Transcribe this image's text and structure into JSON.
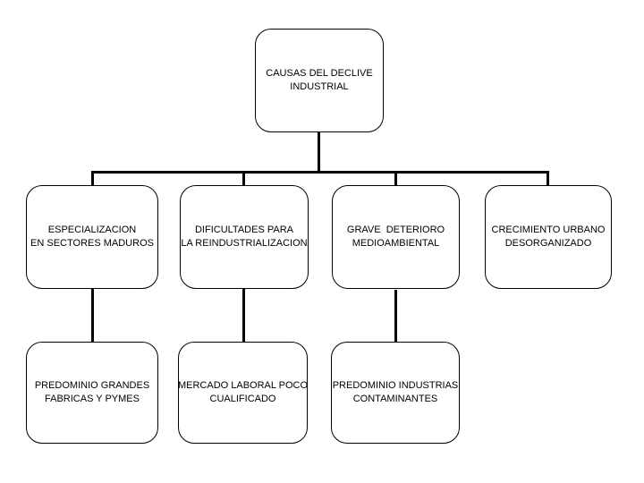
{
  "diagram": {
    "title": "CAUSAS DEL DECLIVE INDUSTRIAL",
    "colors": {
      "background": "#ffffff",
      "box_fill": "#ffffff",
      "box_border": "#000000",
      "connector": "#000000",
      "text": "#000000"
    },
    "root": {
      "label": "CAUSAS DEL DECLIVE\nINDUSTRIAL"
    },
    "level1": [
      {
        "label": "ESPECIALIZACION\nEN SECTORES MADUROS"
      },
      {
        "label": "DIFICULTADES PARA\nLA REINDUSTRIALIZACION"
      },
      {
        "label": "GRAVE  DETERIORO\nMEDIOAMBIENTAL"
      },
      {
        "label": "CRECIMIENTO URBANO\nDESORGANIZADO"
      }
    ],
    "level2": [
      {
        "label": "PREDOMINIO GRANDES\nFABRICAS Y PYMES"
      },
      {
        "label": "MERCADO LABORAL POCO\nCUALIFICADO"
      },
      {
        "label": "PREDOMINIO INDUSTRIAS\nCONTAMINANTES"
      }
    ]
  }
}
